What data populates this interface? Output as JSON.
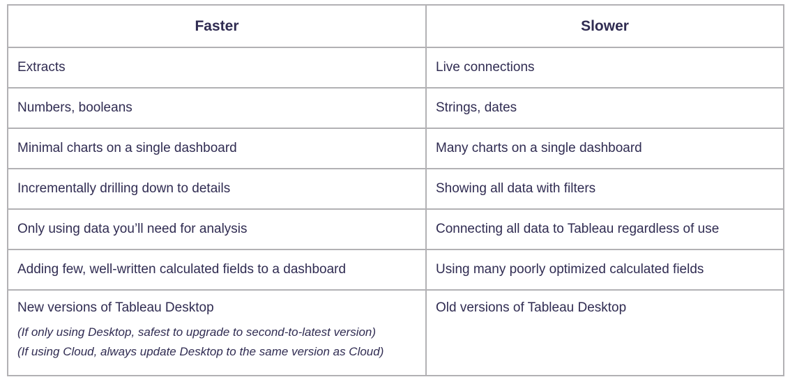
{
  "table": {
    "headers": {
      "faster": "Faster",
      "slower": "Slower"
    },
    "rows": [
      {
        "faster": "Extracts",
        "slower": "Live connections"
      },
      {
        "faster": "Numbers, booleans",
        "slower": "Strings, dates"
      },
      {
        "faster": "Minimal charts on a single dashboard",
        "slower": "Many charts on a single dashboard"
      },
      {
        "faster": "Incrementally drilling down to details",
        "slower": "Showing all data with filters"
      },
      {
        "faster": "Only using data you’ll need for analysis",
        "slower": "Connecting all data to Tableau regardless of use"
      },
      {
        "faster": "Adding few, well-written calculated fields to a dashboard",
        "slower": "Using many poorly optimized calculated fields"
      },
      {
        "faster": "New versions of Tableau Desktop",
        "faster_notes": [
          "(If only using Desktop, safest to upgrade to second-to-latest version)",
          "(If using Cloud, always update Desktop to the same version as Cloud)"
        ],
        "slower": "Old versions of Tableau Desktop"
      }
    ],
    "colors": {
      "text": "#302c52",
      "border": "#b2b1b4",
      "background": "#ffffff"
    }
  }
}
